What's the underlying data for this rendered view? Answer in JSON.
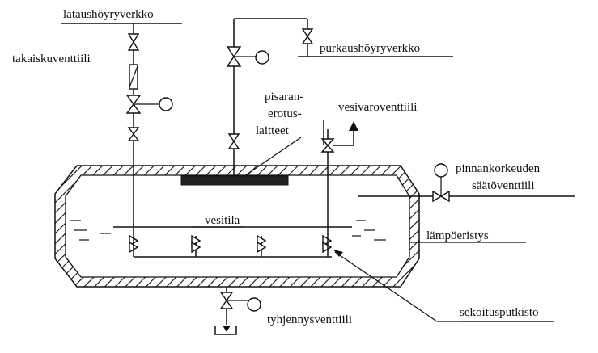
{
  "labels": {
    "charging_steam_network": "lataushöyryverkko",
    "check_valve": "takaiskuventtiili",
    "discharge_steam_network": "purkaushöyryverkko",
    "droplet_separator_1": "pisaran-",
    "droplet_separator_2": "erotus-",
    "droplet_separator_3": "laitteet",
    "safety_valve": "vesivaroventtiili",
    "level_control_1": "pinnankorkeuden",
    "level_control_2": "säätöventtiili",
    "water_space": "vesitila",
    "insulation": "lämpöeristys",
    "mixing_pipes": "sekoitusputkisto",
    "drain_valve": "tyhjennysventtiili"
  }
}
